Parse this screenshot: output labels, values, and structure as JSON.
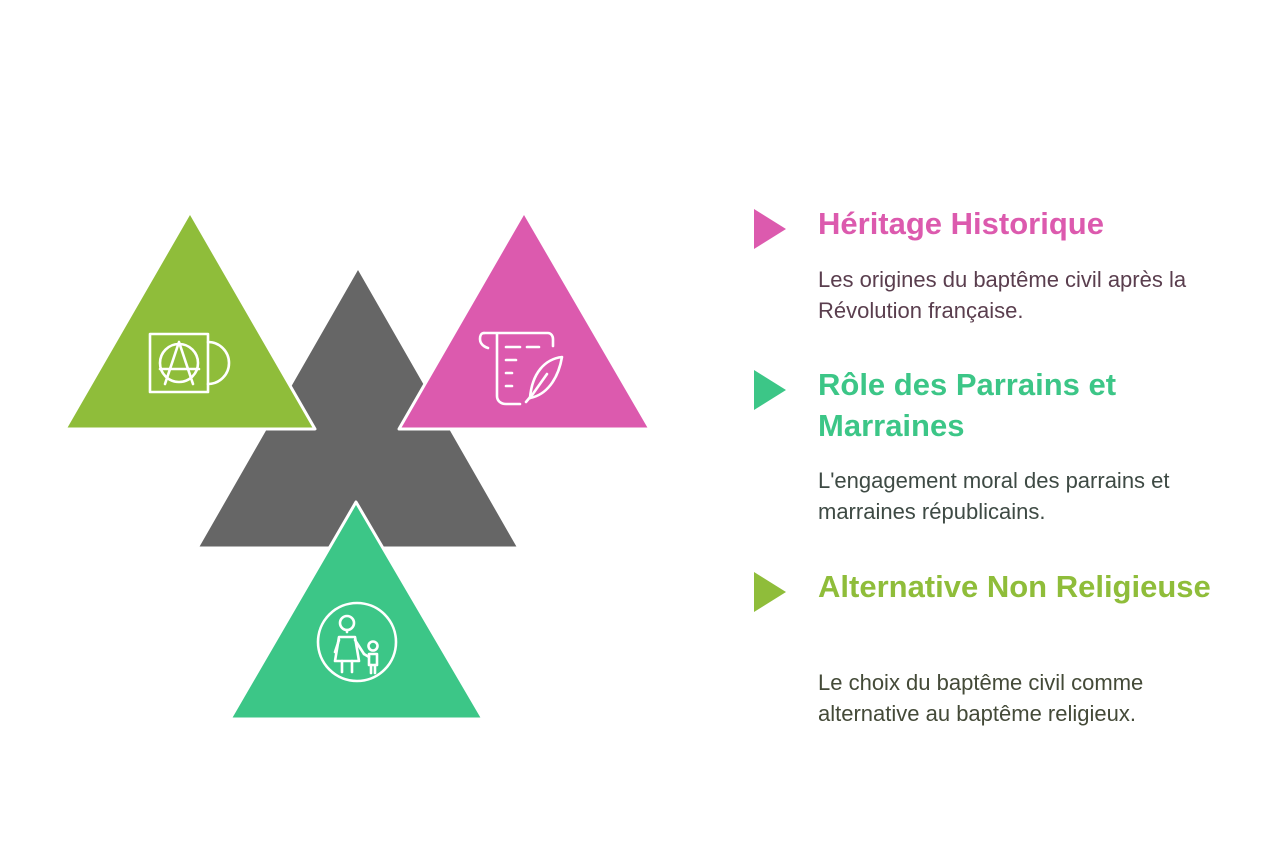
{
  "colors": {
    "pink": "#dc5aae",
    "green": "#3cc687",
    "lime": "#8fbd3a",
    "gray": "#666666"
  },
  "triangles": [
    {
      "name": "center",
      "color": "#666666",
      "icon": "none"
    },
    {
      "name": "top-left",
      "color": "#8fbd3a",
      "icon": "anarchy-record-icon"
    },
    {
      "name": "top-right",
      "color": "#dc5aae",
      "icon": "scroll-quill-icon"
    },
    {
      "name": "bottom",
      "color": "#3cc687",
      "icon": "parent-child-icon"
    }
  ],
  "items": [
    {
      "title": "Héritage Historique",
      "description": "Les origines du baptême civil après la Révolution française.",
      "color": "#dc5aae"
    },
    {
      "title": "Rôle des Parrains et Marraines",
      "description": "L'engagement moral des parrains et marraines républicains.",
      "color": "#3cc687"
    },
    {
      "title": "Alternative Non Religieuse",
      "description": "Le choix du baptême civil comme alternative au baptême religieux.",
      "color": "#8fbd3a"
    }
  ]
}
